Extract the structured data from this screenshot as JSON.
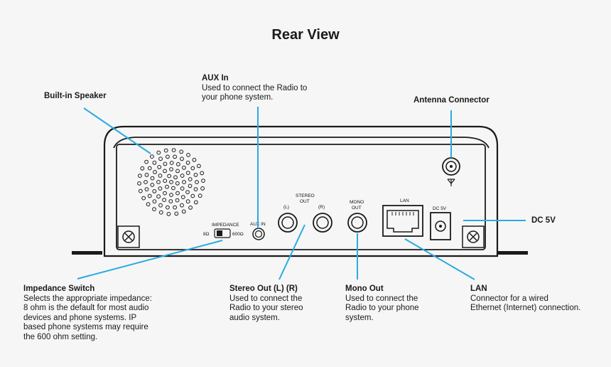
{
  "title": "Rear View",
  "colors": {
    "callout_line": "#29abe2",
    "device_outline": "#1a1a1a",
    "background": "#f6f6f6"
  },
  "callouts": {
    "builtin_speaker": {
      "label": "Built-in Speaker"
    },
    "aux_in": {
      "label": "AUX In",
      "desc": "Used to connect the Radio to\nyour phone system."
    },
    "antenna": {
      "label": "Antenna Connector"
    },
    "dc5v": {
      "label": "DC 5V"
    },
    "impedance": {
      "label": "Impedance Switch",
      "desc": "Selects the appropriate impedance:\n8 ohm is the default for most audio\ndevices and phone systems. IP\nbased phone systems may require\nthe 600 ohm setting."
    },
    "stereo_out": {
      "label": "Stereo Out (L) (R)",
      "desc": "Used to connect the\nRadio to your stereo\naudio system."
    },
    "mono_out": {
      "label": "Mono Out",
      "desc": "Used to connect the\nRadio to your phone\nsystem."
    },
    "lan": {
      "label": "LAN",
      "desc": "Connector for a wired\nEthernet (Internet) connection."
    }
  },
  "device_labels": {
    "impedance": "IMPEDANCE",
    "ohm_8": "8Ω",
    "ohm_600": "600Ω",
    "aux_in": "AUX IN",
    "stereo_out": "STEREO\nOUT",
    "left": "(L)",
    "right": "(R)",
    "mono_out": "MONO\nOUT",
    "lan": "LAN",
    "dc5v": "DC 5V"
  },
  "icons": [
    "antenna-symbol-icon",
    "screw-icon",
    "speaker-grille-icon"
  ]
}
